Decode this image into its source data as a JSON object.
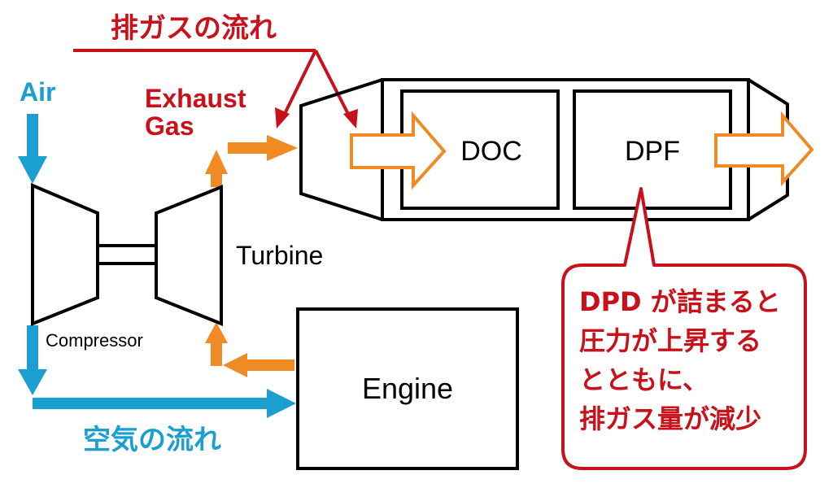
{
  "labels": {
    "exhaust_flow_jp": "排ガスの流れ",
    "air": "Air",
    "exhaust_gas_line1": "Exhaust",
    "exhaust_gas_line2": "Gas",
    "doc": "DOC",
    "dpf": "DPF",
    "turbine": "Turbine",
    "compressor": "Compressor",
    "engine": "Engine",
    "air_flow_jp": "空気の流れ"
  },
  "callout": {
    "lines": [
      "DPD が詰まると",
      "圧力が上昇する",
      "とともに、",
      "排ガス量が減少"
    ]
  },
  "colors": {
    "air": "#1a9fd0",
    "exhaust_label": "#c8111a",
    "exhaust_arrow": "#f08a24",
    "callout": "#c8111a",
    "line": "#000000"
  }
}
